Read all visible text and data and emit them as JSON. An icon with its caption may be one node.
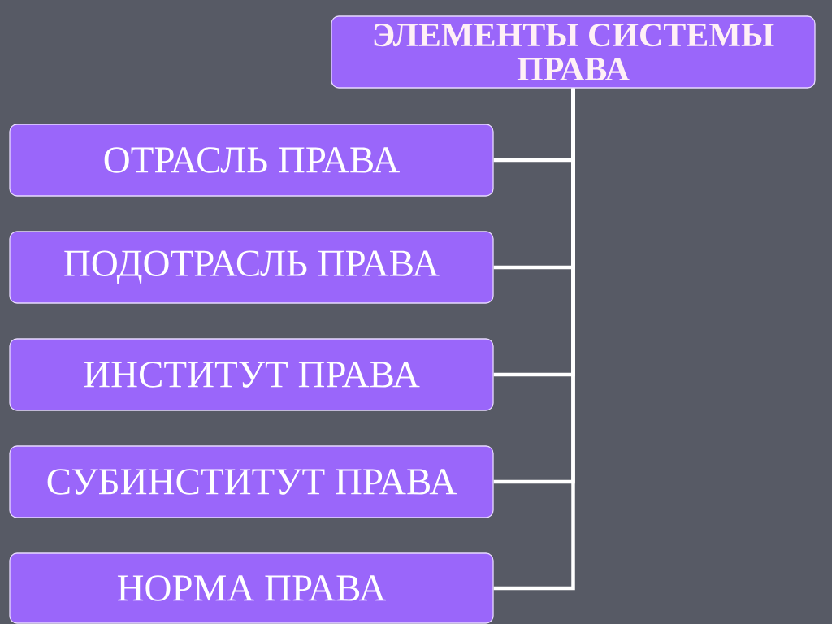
{
  "diagram": {
    "nodes": [
      {
        "text": [
          "ЭЛЕМЕНТЫ СИСТЕМЫ ПРАВА"
        ]
      },
      {
        "text": [
          "ОТРАСЛЬ ПРАВА"
        ]
      },
      {
        "text": [
          "ПОДОТРАСЛЬ ПРАВА"
        ]
      },
      {
        "text": [
          "ИНСТИТУТ ПРАВА"
        ]
      },
      {
        "text": [
          "СУБИНСТИТУТ ПРАВА"
        ]
      },
      {
        "text": [
          "НОРМА ПРАВА"
        ]
      }
    ],
    "edges": [
      {
        "from": 0,
        "to": 1,
        "arrow": "none"
      },
      {
        "from": 0,
        "to": 2,
        "arrow": "none"
      },
      {
        "from": 0,
        "to": 3,
        "arrow": "none"
      },
      {
        "from": 0,
        "to": 4,
        "arrow": "none"
      },
      {
        "from": 0,
        "to": 5,
        "arrow": "none"
      }
    ]
  }
}
